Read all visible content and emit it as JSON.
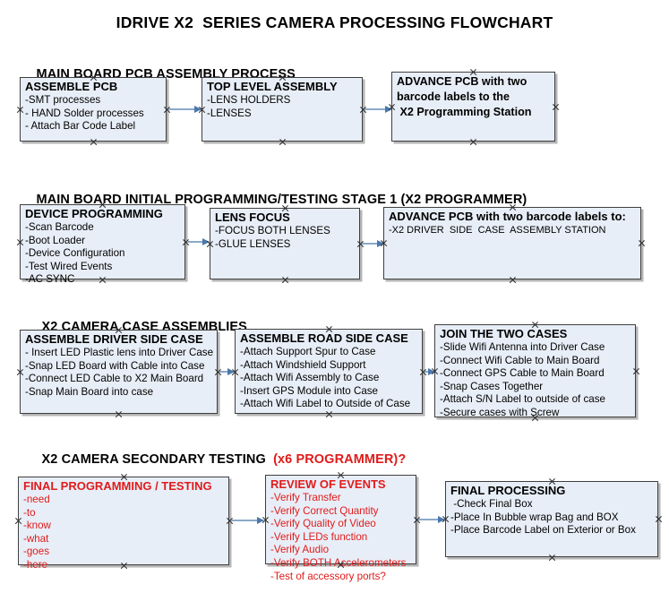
{
  "document": {
    "title": "IDRIVE X2  SERIES CAMERA PROCESSING FLOWCHART"
  },
  "colors": {
    "box_fill": "#e8eef7",
    "box_border": "#3f3f3f",
    "connector": "#8aa9c8",
    "arrow_head": "#4a78ad",
    "accent_red": "#e01b1b",
    "text": "#000000"
  },
  "sections": [
    {
      "heading": "MAIN BOARD PCB ASSEMBLY PROCESS",
      "heading_accent": "",
      "boxes": [
        {
          "title": "ASSEMBLE PCB",
          "lines": [
            "-SMT processes",
            "- HAND Solder processes",
            "- Attach Bar Code Label"
          ]
        },
        {
          "title": "TOP LEVEL ASSEMBLY",
          "lines": [
            "-LENS HOLDERS",
            "-LENSES"
          ]
        },
        {
          "title": "ADVANCE PCB with two\nbarcode labels to the\n X2 Programming Station",
          "lines": []
        }
      ]
    },
    {
      "heading": "MAIN BOARD INITIAL PROGRAMMING/TESTING STAGE 1 (X2 PROGRAMMER)",
      "heading_accent": "",
      "boxes": [
        {
          "title": "DEVICE PROGRAMMING",
          "lines": [
            "-Scan Barcode",
            "-Boot Loader",
            "-Device Configuration",
            "-Test Wired Events",
            "-AC SYNC"
          ]
        },
        {
          "title": "LENS FOCUS",
          "lines": [
            "-FOCUS BOTH LENSES",
            "-GLUE LENSES"
          ]
        },
        {
          "title": "ADVANCE PCB with two barcode labels to:",
          "lines": [
            "-X2 DRIVER  SIDE  CASE  ASSEMBLY STATION"
          ]
        }
      ]
    },
    {
      "heading": "X2 CAMERA CASE ASSEMBLIES",
      "heading_accent": "",
      "boxes": [
        {
          "title": "ASSEMBLE DRIVER SIDE CASE",
          "lines": [
            "- Insert LED Plastic lens into Driver Case",
            "-Snap LED Board with Cable into Case",
            "-Connect LED Cable to X2 Main Board",
            "-Snap Main Board into case"
          ]
        },
        {
          "title": "ASSEMBLE ROAD SIDE CASE",
          "lines": [
            "-Attach Support Spur to Case",
            "-Attach Windshield Support",
            "-Attach Wifi Assembly to Case",
            "-Insert GPS Module into Case",
            "-Attach Wifi Label to Outside of Case"
          ]
        },
        {
          "title": "JOIN THE TWO CASES",
          "lines": [
            "-Slide Wifi Antenna into Driver Case",
            "-Connect Wifi Cable to Main Board",
            "-Connect GPS Cable to Main Board",
            "-Snap Cases Together",
            "-Attach S/N Label to outside of case",
            "-Secure cases with Screw"
          ]
        }
      ]
    },
    {
      "heading": "X2 CAMERA SECONDARY TESTING  ",
      "heading_accent": "(x6 PROGRAMMER)?",
      "boxes": [
        {
          "title": "FINAL PROGRAMMING / TESTING",
          "lines": [
            "-need",
            "-to",
            "-know",
            "-what",
            "-goes",
            "-here"
          ]
        },
        {
          "title": "REVIEW OF EVENTS",
          "lines": [
            "-Verify Transfer",
            "-Verify Correct Quantity",
            "-Verify Quality of Video",
            "-Verify LEDs function",
            "-Verify Audio",
            "-Verify BOTH Accelerometers",
            "-Test of accessory ports?"
          ]
        },
        {
          "title": "FINAL PROCESSING",
          "lines": [
            " -Check Final Box",
            "-Place In Bubble wrap Bag and BOX",
            "-Place Barcode Label on Exterior or Box"
          ]
        }
      ]
    }
  ]
}
